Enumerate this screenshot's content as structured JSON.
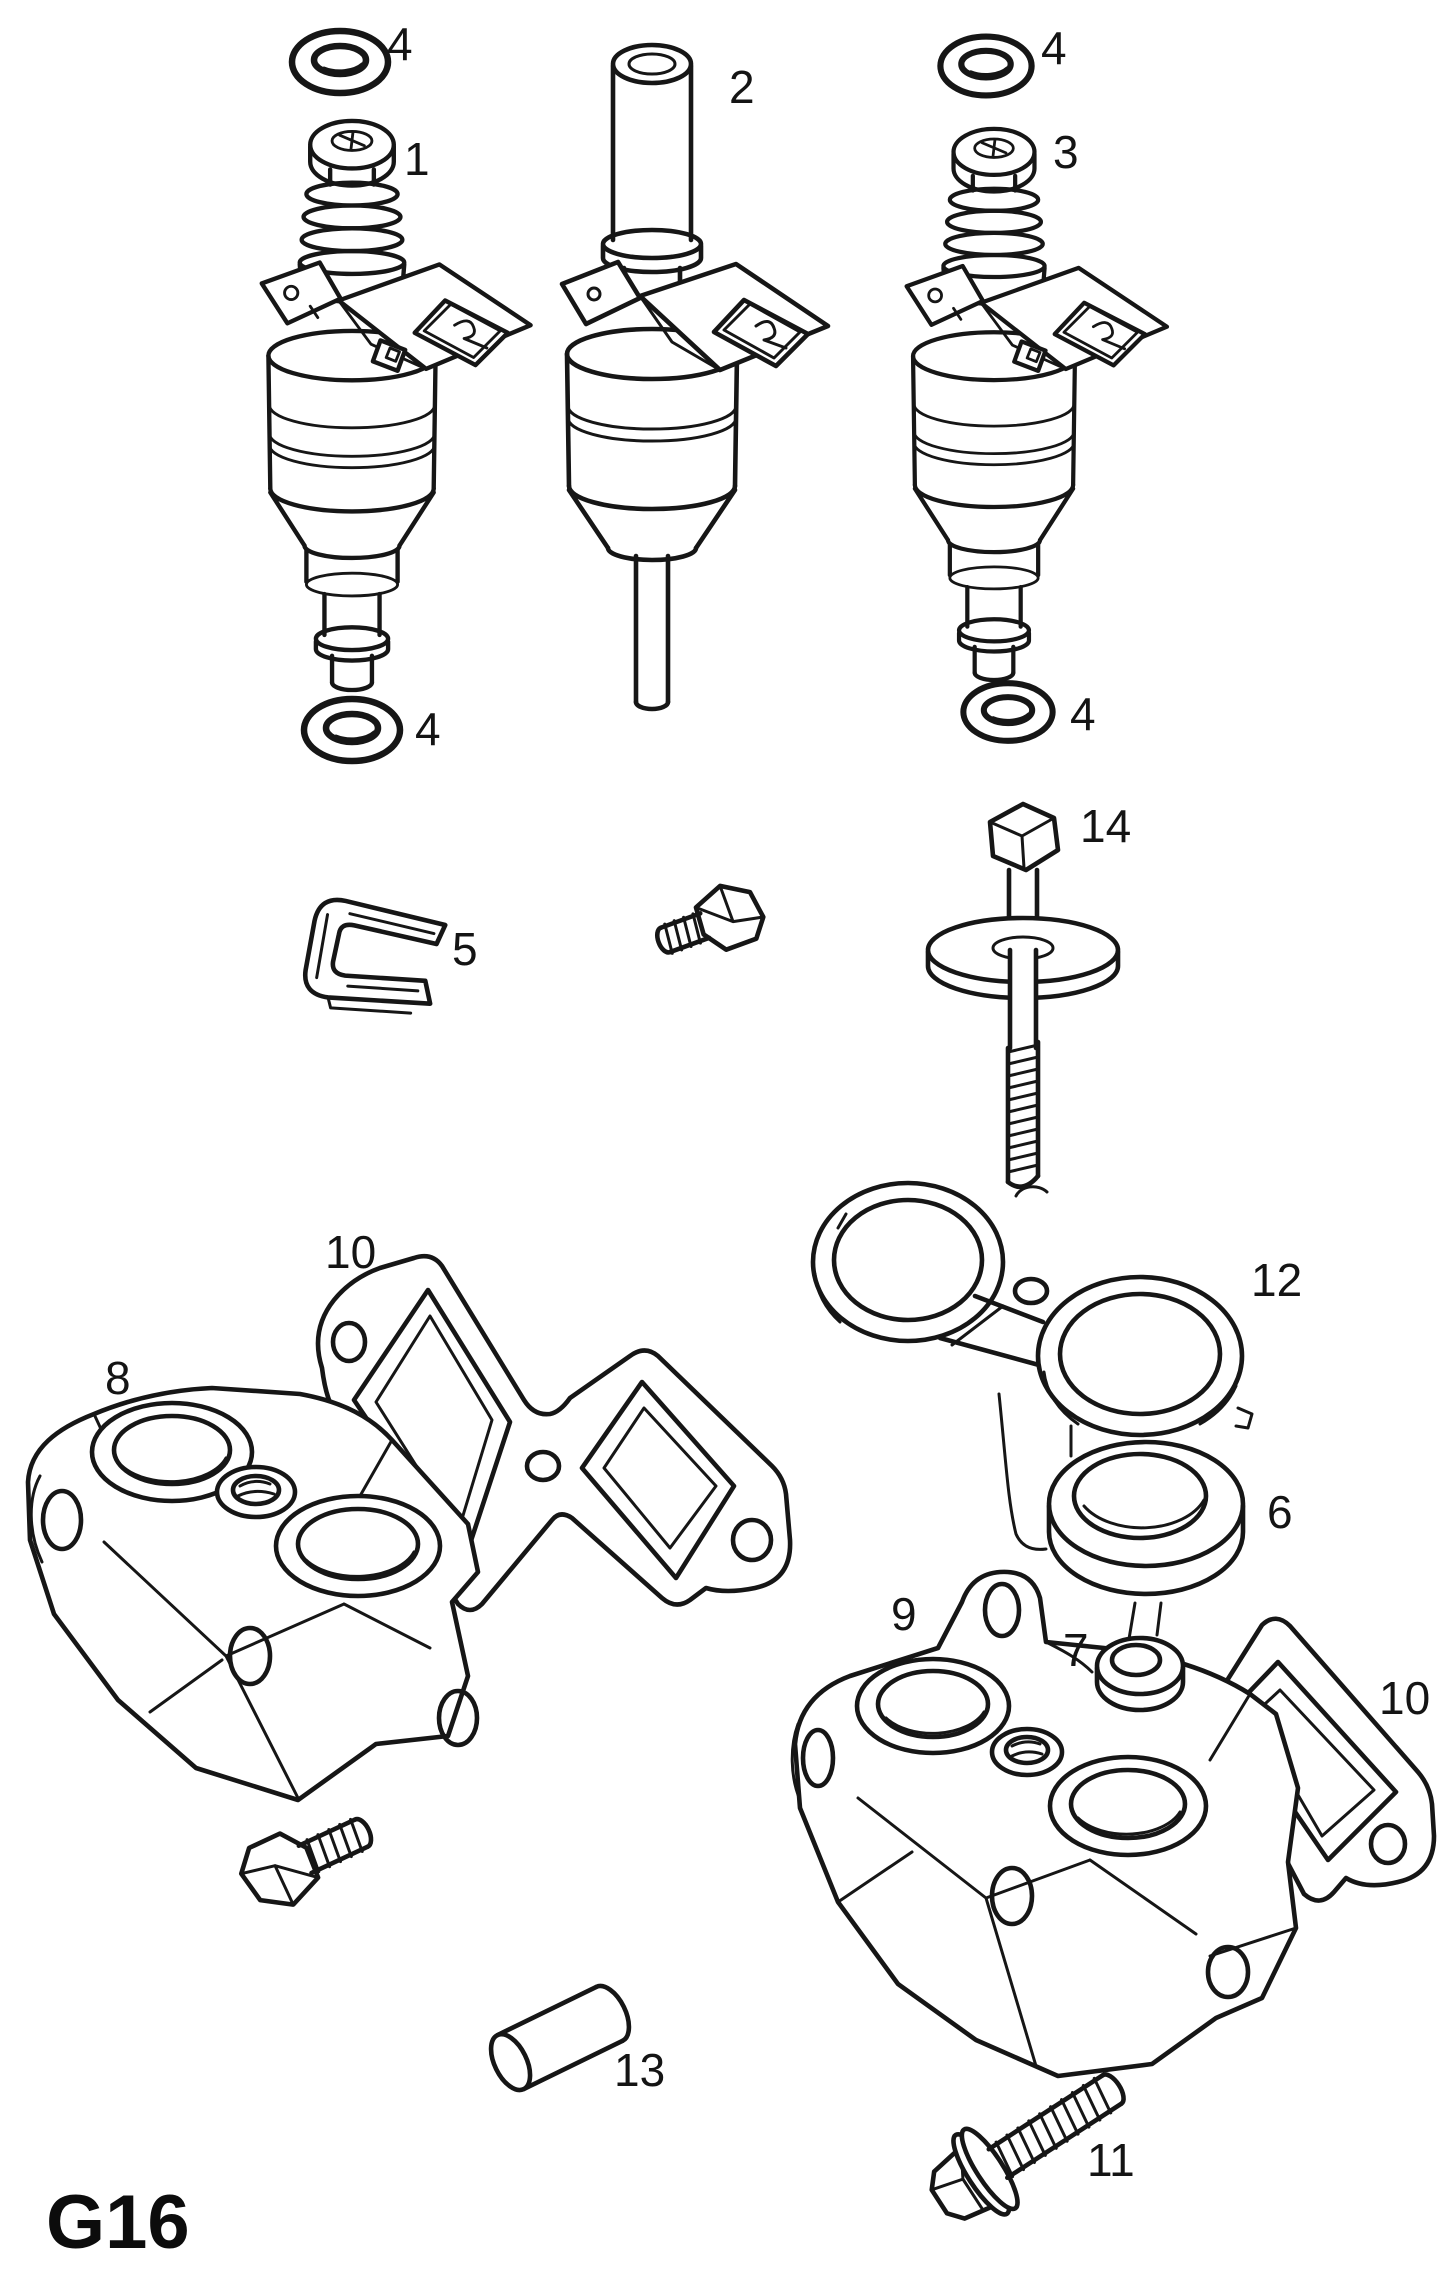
{
  "diagram": {
    "page_code": "G16",
    "colors": {
      "line": "#161616",
      "background": "#ffffff"
    },
    "callouts": [
      {
        "ref": "fuel-injector-type-1",
        "label": "1"
      },
      {
        "ref": "fuel-injector-type-2",
        "label": "2"
      },
      {
        "ref": "fuel-injector-type-3",
        "label": "3"
      },
      {
        "ref": "o-ring-seal-upper-left",
        "label": "4"
      },
      {
        "ref": "o-ring-seal-upper-right",
        "label": "4"
      },
      {
        "ref": "o-ring-seal-lower-left",
        "label": "4"
      },
      {
        "ref": "o-ring-seal-lower-right",
        "label": "4"
      },
      {
        "ref": "retaining-clip",
        "label": "5"
      },
      {
        "ref": "bushing-ring",
        "label": "6"
      },
      {
        "ref": "small-seal-ring",
        "label": "7"
      },
      {
        "ref": "injector-holder-left",
        "label": "8"
      },
      {
        "ref": "injector-holder-right",
        "label": "9"
      },
      {
        "ref": "gasket-left",
        "label": "10"
      },
      {
        "ref": "gasket-right",
        "label": "10"
      },
      {
        "ref": "flanged-bolt",
        "label": "11"
      },
      {
        "ref": "retainer-plate",
        "label": "12"
      },
      {
        "ref": "dowel-pin",
        "label": "13"
      },
      {
        "ref": "long-bolt-with-washer",
        "label": "14"
      }
    ]
  }
}
